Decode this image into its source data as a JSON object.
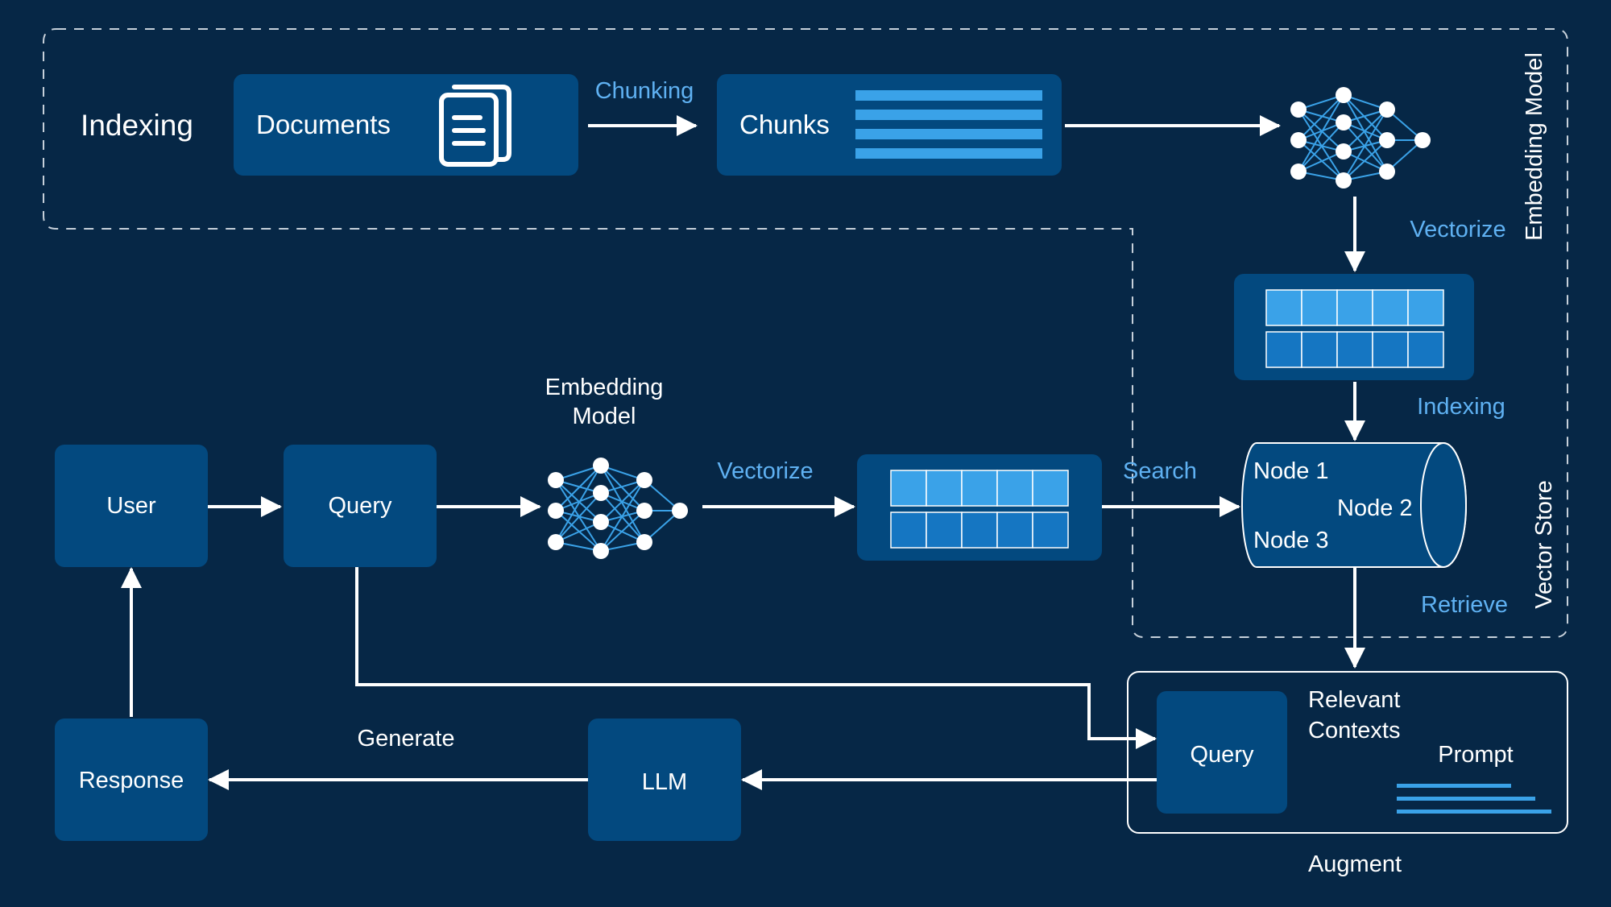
{
  "colors": {
    "background": "#062746",
    "box": "#03497f",
    "cell_light": "#3aa2e8",
    "cell_dark": "#1576c2",
    "accent_text": "#5fb1f2",
    "line": "#ffffff",
    "dashed_border": "#c6d0da"
  },
  "indexing_section": {
    "title": "Indexing",
    "documents_label": "Documents",
    "documents_icon": "documents-icon",
    "chunking_label": "Chunking",
    "chunks_label": "Chunks",
    "chunks_icon": "text-lines-icon",
    "embedding_model_vertical_label": "Embedding Model",
    "neural_net_icon": "neural-network-icon",
    "vectorize_label": "Vectorize",
    "indexing_arrow_label": "Indexing"
  },
  "vector_store_section": {
    "vertical_label": "Vector Store",
    "nodes": [
      "Node 1",
      "Node 2",
      "Node 3"
    ],
    "search_label": "Search",
    "retrieve_label": "Retrieve"
  },
  "query_flow": {
    "user_label": "User",
    "query_label": "Query",
    "embedding_model_label_line1": "Embedding",
    "embedding_model_label_line2": "Model",
    "vectorize_label": "Vectorize"
  },
  "augment_section": {
    "query_label": "Query",
    "relevant_contexts_line1": "Relevant",
    "relevant_contexts_line2": "Contexts",
    "prompt_label": "Prompt",
    "augment_label": "Augment"
  },
  "generation": {
    "llm_label": "LLM",
    "generate_label": "Generate",
    "response_label": "Response"
  }
}
